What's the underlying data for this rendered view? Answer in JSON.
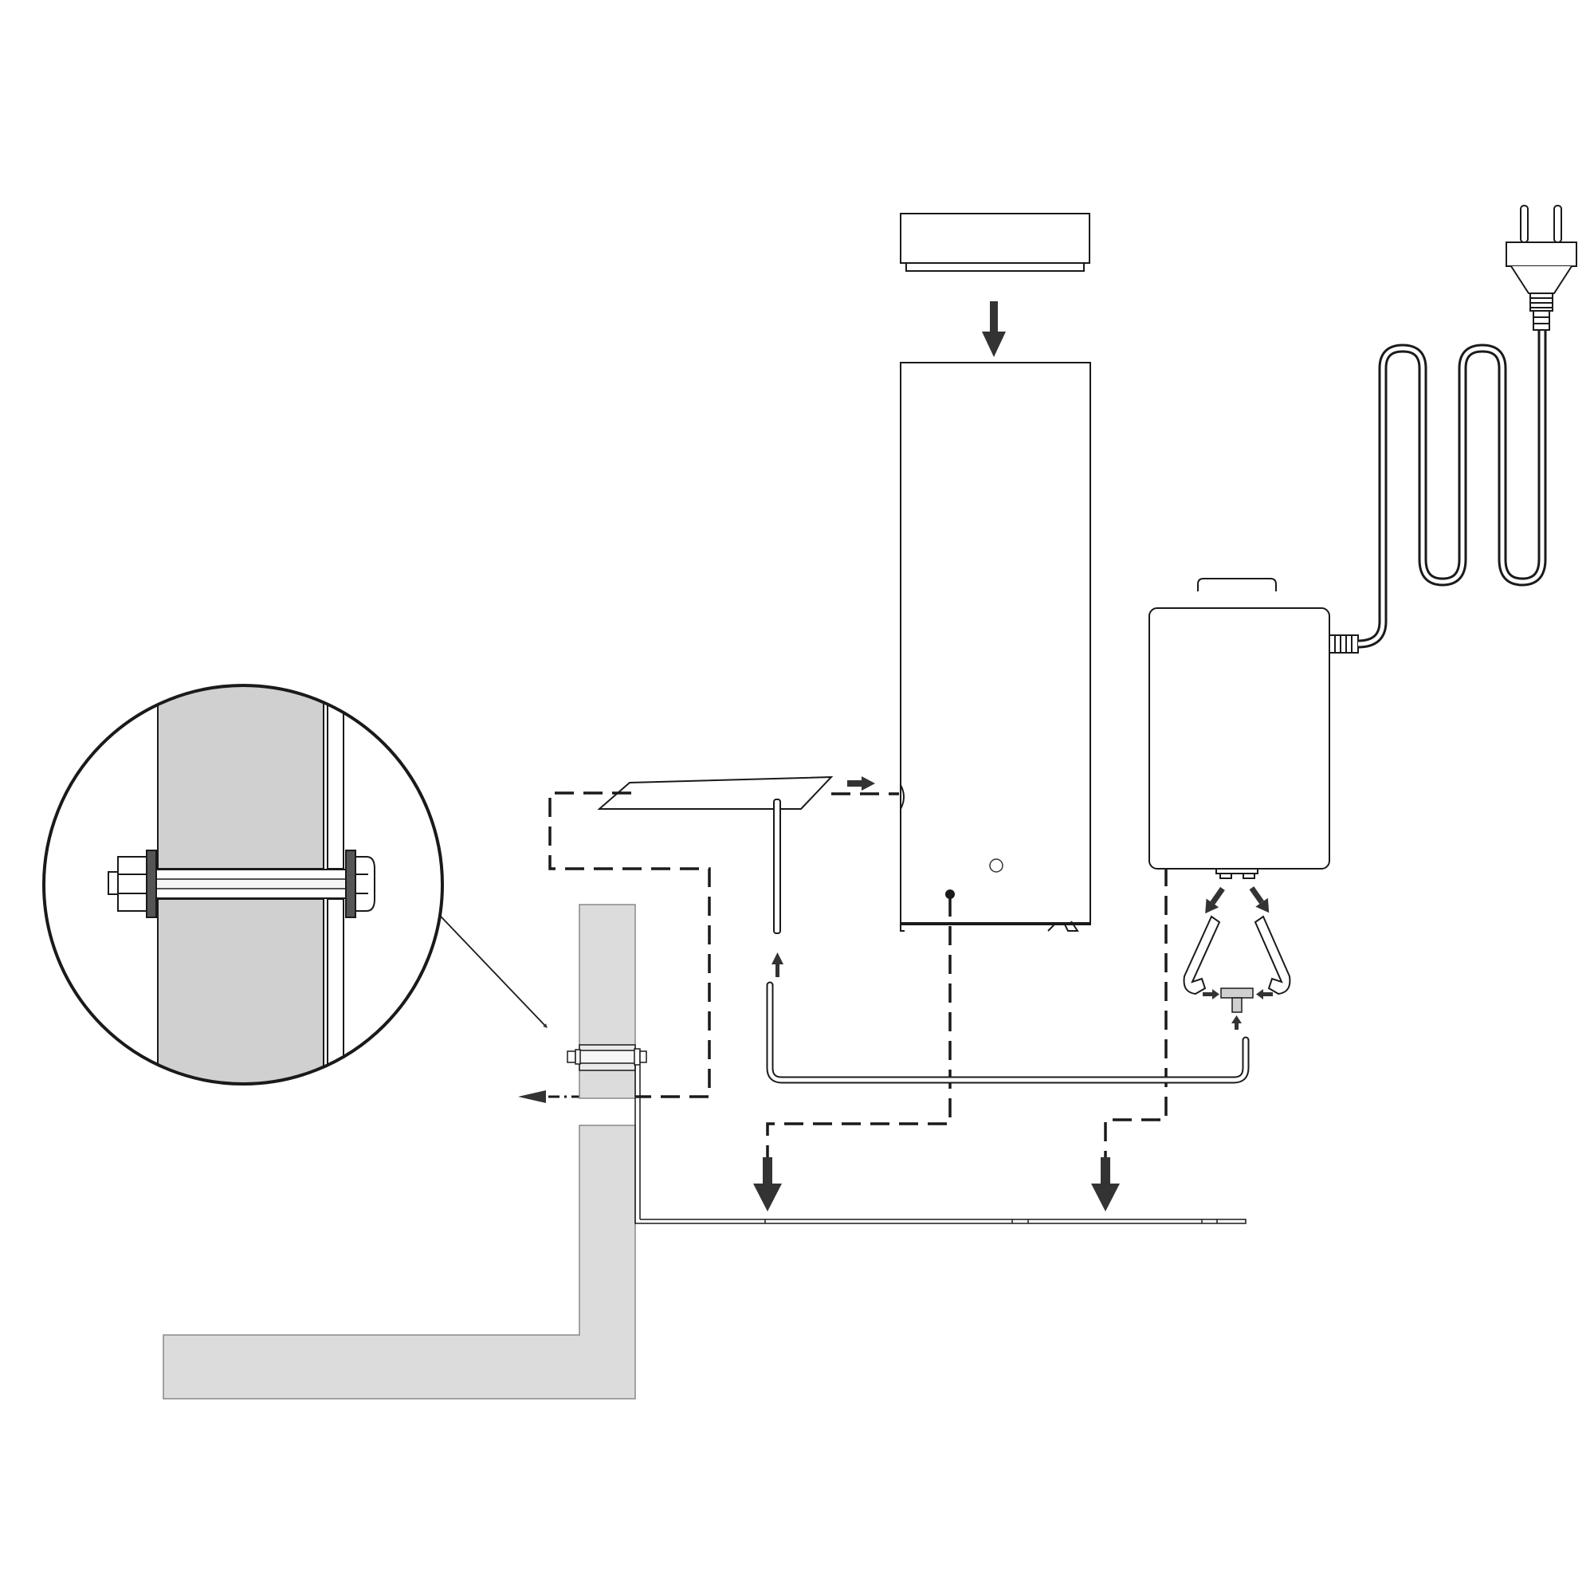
{
  "diagram": {
    "type": "assembly-instruction",
    "text_labels": [],
    "components": [
      {
        "id": "lid",
        "icon": "lid-cap-icon"
      },
      {
        "id": "column",
        "icon": "column-housing-icon"
      },
      {
        "id": "shelf",
        "icon": "shelf-plate-icon"
      },
      {
        "id": "rod",
        "icon": "rod-icon"
      },
      {
        "id": "control-box",
        "icon": "control-box-icon"
      },
      {
        "id": "power-plug",
        "icon": "power-plug-icon"
      },
      {
        "id": "tube-set",
        "icon": "tube-icon"
      },
      {
        "id": "t-connector",
        "icon": "t-connector-icon"
      },
      {
        "id": "bracket",
        "icon": "mounting-bracket-icon"
      },
      {
        "id": "wall-section",
        "icon": "wall-section-icon"
      },
      {
        "id": "bolt-detail",
        "icon": "magnifier-detail-icon"
      }
    ],
    "colors": {
      "line": "#1a1a1a",
      "arrow": "#333333",
      "wall_fill": "#dcdcdc",
      "detail_fill": "#d0d0d0",
      "background": "#ffffff"
    }
  }
}
